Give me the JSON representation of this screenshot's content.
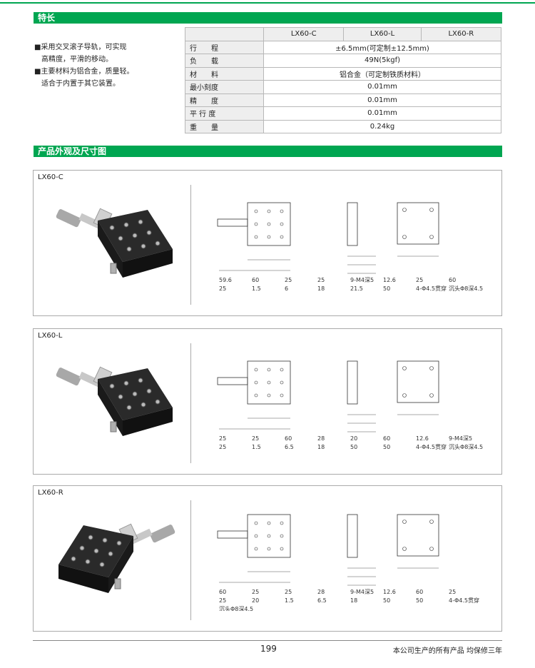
{
  "sections": {
    "features_title": "特长",
    "appearance_title": "产品外观及尺寸图"
  },
  "features": [
    "■采用交叉滚子导轨，可实现",
    "　高精度，平滑的移动。",
    "■主要材料为铝合金，质量轻。",
    "　适合于内置于其它装置。"
  ],
  "spec_table": {
    "headers": [
      "LX60-C",
      "LX60-L",
      "LX60-R"
    ],
    "rows": [
      {
        "label": "行　　程",
        "value": "±6.5mm(可定制±12.5mm)"
      },
      {
        "label": "负　　载",
        "value": "49N(5kgf)"
      },
      {
        "label": "材　　料",
        "value": "铝合金（可定制铁质材料）"
      },
      {
        "label": "最小刻度",
        "value": "0.01mm"
      },
      {
        "label": "精　　度",
        "value": "0.01mm"
      },
      {
        "label": "平 行 度",
        "value": "0.01mm"
      },
      {
        "label": "重　　量",
        "value": "0.24kg"
      }
    ]
  },
  "products": [
    {
      "name": "LX60-C",
      "dims": [
        "59.6",
        "60",
        "25",
        "25",
        "9-M4深5",
        "12.6",
        "25",
        "60",
        "25",
        "1.5",
        "6",
        "18",
        "21.5",
        "50",
        "4-Φ4.5贯穿",
        "沉头Φ8深4.5"
      ]
    },
    {
      "name": "LX60-L",
      "dims": [
        "25",
        "25",
        "60",
        "28",
        "20",
        "60",
        "12.6",
        "9-M4深5",
        "25",
        "1.5",
        "6.5",
        "18",
        "50",
        "50",
        "4-Φ4.5贯穿",
        "沉头Φ8深4.5"
      ]
    },
    {
      "name": "LX60-R",
      "dims": [
        "60",
        "25",
        "25",
        "28",
        "9-M4深5",
        "12.6",
        "60",
        "25",
        "25",
        "20",
        "1.5",
        "6.5",
        "18",
        "50",
        "50",
        "4-Φ4.5贯穿",
        "沉头Φ8深4.5"
      ]
    }
  ],
  "footer": {
    "page": "199",
    "warranty": "本公司生产的所有产品  均保修三年"
  },
  "colors": {
    "accent": "#00a651"
  }
}
